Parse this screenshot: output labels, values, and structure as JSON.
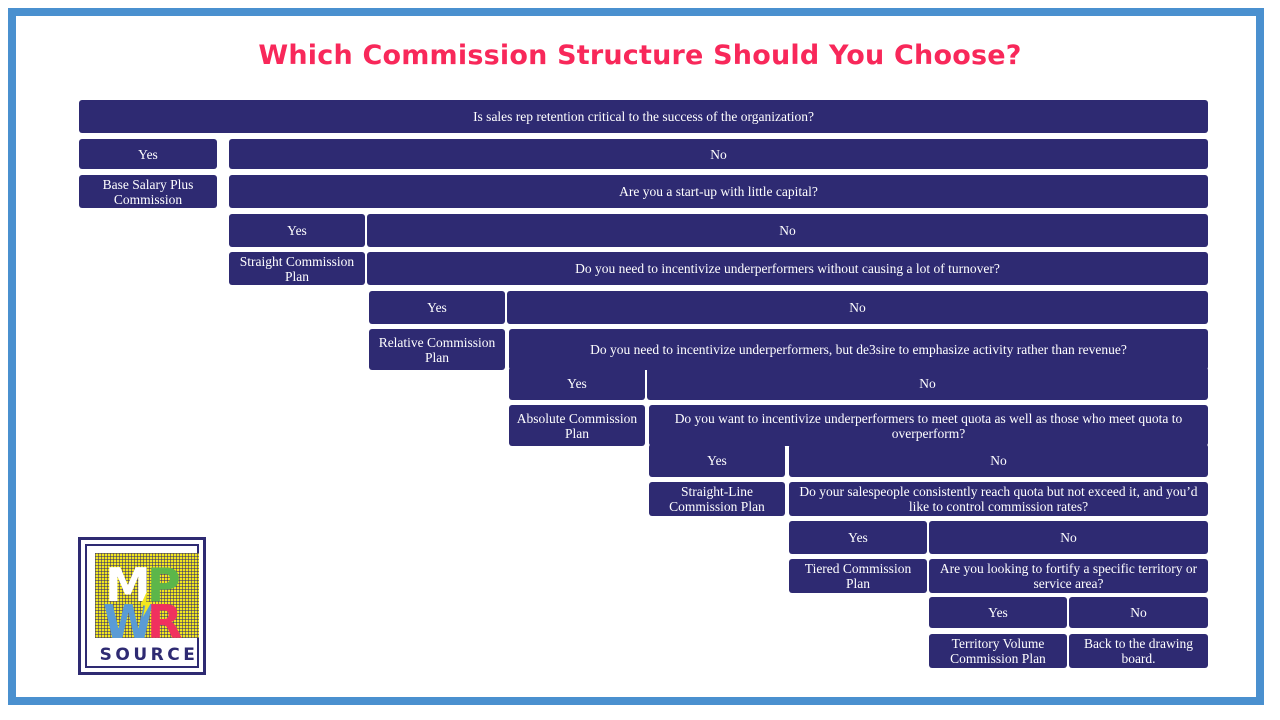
{
  "slide": {
    "title": "Which Commission Structure Should You Choose?",
    "frame_color": "#4a90cf",
    "box_color": "#2e2a72",
    "title_color": "#f8285a",
    "background": "#ffffff"
  },
  "logo": {
    "letters": [
      "M",
      "P",
      "W",
      "R"
    ],
    "wordmark": "SOURCE",
    "letter_colors": [
      "#ffffff",
      "#5cb64a",
      "#5a9bd5",
      "#f0315f"
    ],
    "accent_color": "#f2e61e",
    "frame_color": "#2e2a72"
  },
  "flow": {
    "rows": [
      {
        "question": "Is sales rep retention critical to the success of the organization?"
      },
      {
        "yes": "Yes",
        "no": "No"
      },
      {
        "answer": "Base Salary Plus Commission",
        "question": "Are you a start-up with little capital?"
      },
      {
        "yes": "Yes",
        "no": "No"
      },
      {
        "answer": "Straight Commission Plan",
        "question": "Do you need to incentivize underperformers without causing a lot of turnover?"
      },
      {
        "yes": "Yes",
        "no": "No"
      },
      {
        "answer": "Relative Commission Plan",
        "question": "Do you need to incentivize underperformers, but de3sire to emphasize activity rather than revenue?"
      },
      {
        "yes": "Yes",
        "no": "No"
      },
      {
        "answer": "Absolute Commission Plan",
        "question": "Do you want to incentivize underperformers to meet quota as well as those who meet quota to overperform?"
      },
      {
        "yes": "Yes",
        "no": "No"
      },
      {
        "answer": "Straight-Line Commission Plan",
        "question": "Do your salespeople consistently reach quota but not exceed it, and you’d like to control commission rates?"
      },
      {
        "yes": "Yes",
        "no": "No"
      },
      {
        "answer": "Tiered Commission Plan",
        "question": "Are you looking to fortify a specific territory or service area?"
      },
      {
        "yes": "Yes",
        "no": "No"
      },
      {
        "answer": "Territory Volume Commission Plan",
        "final": "Back to the drawing board."
      }
    ]
  }
}
